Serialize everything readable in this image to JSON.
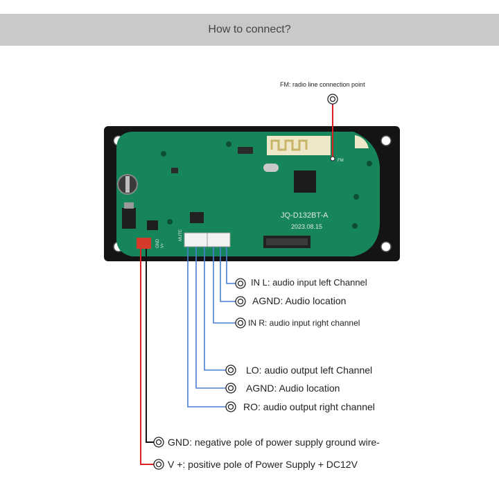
{
  "header": {
    "title": "How to connect?"
  },
  "board": {
    "model": "JQ-D132BT-A",
    "date": "2023.08.15",
    "silk": {
      "fm": "FM",
      "gnd": "GND",
      "vplus": "V+",
      "mute": "MUTE"
    }
  },
  "labels": {
    "fm": "FM: radio line connection point",
    "in_l": "IN L: audio input left Channel",
    "agnd_in": "AGND: Audio location",
    "in_r": "IN R: audio input right channel",
    "lo": "LO: audio output left Channel",
    "agnd_out": "AGND: Audio location",
    "ro": "RO: audio output right channel",
    "gnd": "GND: negative pole of power supply ground wire-",
    "vplus": "V +: positive pole of Power Supply + DC12V"
  },
  "colors": {
    "header_bg": "#c9c9c9",
    "frame": "#141414",
    "pcb": "#17855a",
    "signal_wire": "#4a7fd4",
    "power_positive_wire": "#e02020",
    "power_negative_wire": "#111111",
    "connector": "#d63a2a"
  }
}
